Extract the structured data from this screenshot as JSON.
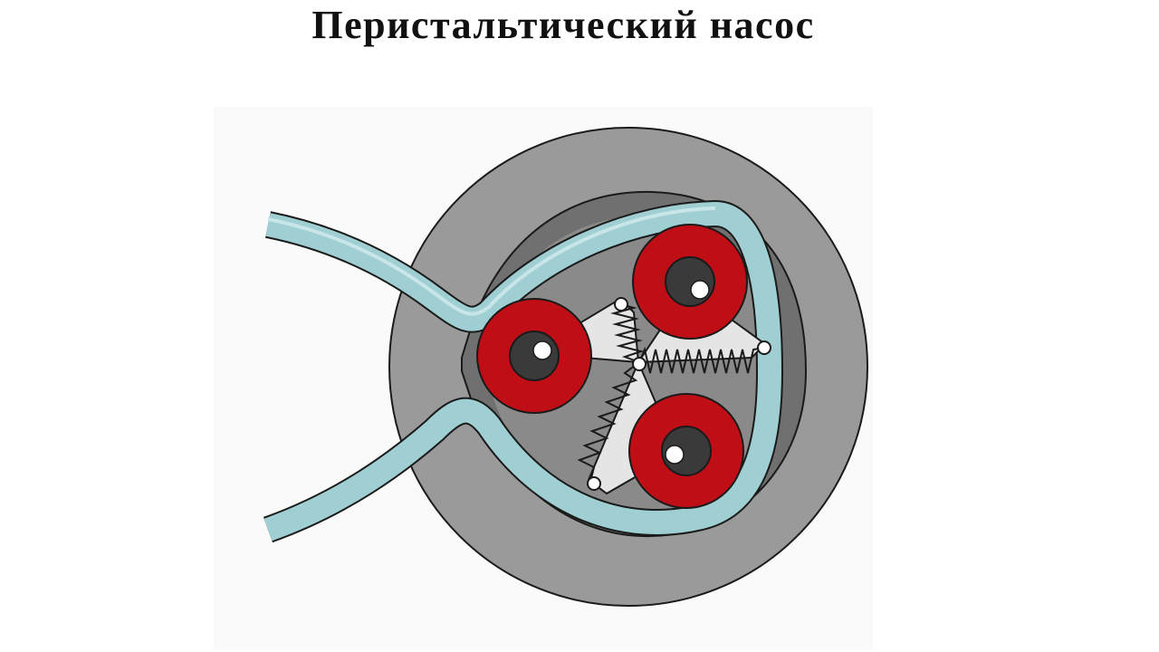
{
  "title": "Перистальтический насос",
  "diagram": {
    "parts": [
      "pump-housing",
      "pump-chamber",
      "tube",
      "roller-1",
      "roller-2",
      "roller-3",
      "spring-1",
      "spring-2",
      "spring-3"
    ],
    "colors": {
      "housing": "#9a9a9a",
      "chamber": "#707070",
      "rotor_plate": "#e5e5e5",
      "tube": "#9fcfd2",
      "roller": "#bf0e15",
      "roller_hub": "#3a3a3a",
      "axle": "#ffffff",
      "outline": "#1a1a1a"
    }
  }
}
